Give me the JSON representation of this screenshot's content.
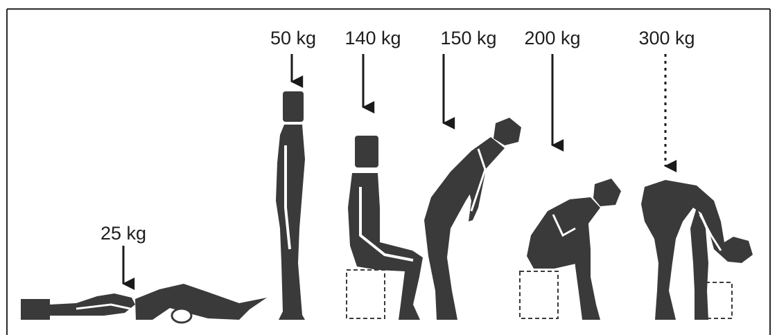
{
  "figure": {
    "postures": [
      {
        "id": "lying",
        "load_label": "25 kg"
      },
      {
        "id": "standing",
        "load_label": "50 kg"
      },
      {
        "id": "sitting",
        "load_label": "140 kg"
      },
      {
        "id": "bending",
        "load_label": "150 kg"
      },
      {
        "id": "sitting-bent",
        "load_label": "200 kg"
      },
      {
        "id": "lifting",
        "load_label": "300 kg"
      }
    ],
    "colors": {
      "figure_fill": "#3a3a3a",
      "line": "#1a1a1a",
      "background": "#ffffff"
    }
  }
}
